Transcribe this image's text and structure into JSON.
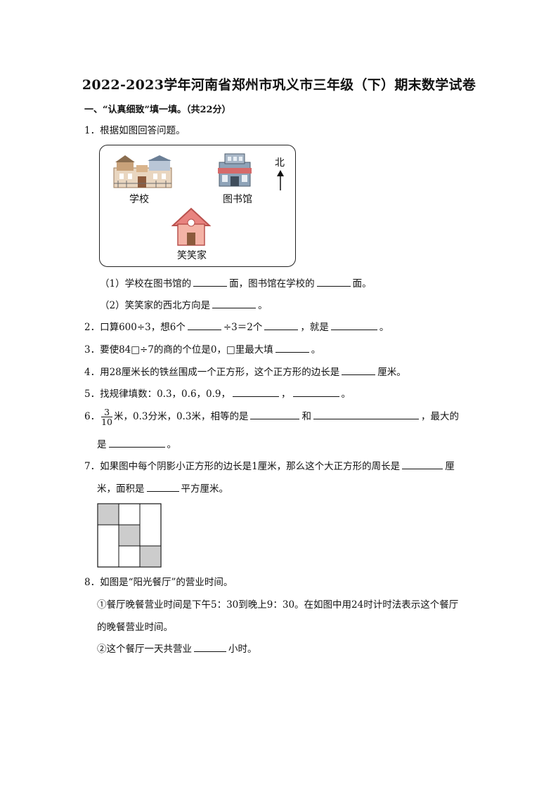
{
  "title": "2022-2023学年河南省郑州市巩义市三年级（下）期末数学试卷",
  "section1": "一、“认真细致”填一填。（共22分）",
  "q1": {
    "stem": "1．根据如图回答问题。",
    "map": {
      "school": "学校",
      "library": "图书馆",
      "home": "笑笑家",
      "north": "北"
    },
    "sub1_a": "（1）学校在图书馆的",
    "sub1_b": "面，图书馆在学校的",
    "sub1_c": "面。",
    "sub2_a": "（2）笑笑家的西北方向是",
    "sub2_b": "。"
  },
  "q2": {
    "a": "2．口算600÷3，想6个",
    "b": "÷3＝2个",
    "c": "，就是",
    "d": "。"
  },
  "q3": {
    "a": "3．要使84□÷7的商的个位是0，□里最大填",
    "b": "。"
  },
  "q4": {
    "a": "4．用28厘米长的铁丝围成一个正方形，这个正方形的边长是",
    "b": "厘米。"
  },
  "q5": {
    "a": "5．找规律填数：0.3，0.6，0.9，",
    "b": "，",
    "c": "。"
  },
  "q6": {
    "num_prefix": "6．",
    "frac_num": "3",
    "frac_den": "10",
    "a": "米，0.3分米，0.3米，相等的是",
    "b": "和",
    "c": "，最大的",
    "d": "是",
    "e": "。"
  },
  "q7": {
    "a": "7．如果图中每个阴影小正方形的边长是1厘米，那么这个大正方形的周长是",
    "b": "厘",
    "c": "米，面积是",
    "d": "平方厘米。"
  },
  "q8": {
    "stem": "8．如图是“阳光餐厅”的营业时间。",
    "sub1_a": "①餐厅晚餐营业时间是下午5：30到晚上9：30。在如图中用24时计时法表示这个餐厅",
    "sub1_b": "的晚餐营业时间。",
    "sub2_a": "②这个餐厅一天共营业",
    "sub2_b": "小时。"
  },
  "colors": {
    "shade": "#cccccc",
    "house_roof": "#e8837f",
    "house_wall": "#f4b3a6",
    "building": "#7a8fa6"
  }
}
